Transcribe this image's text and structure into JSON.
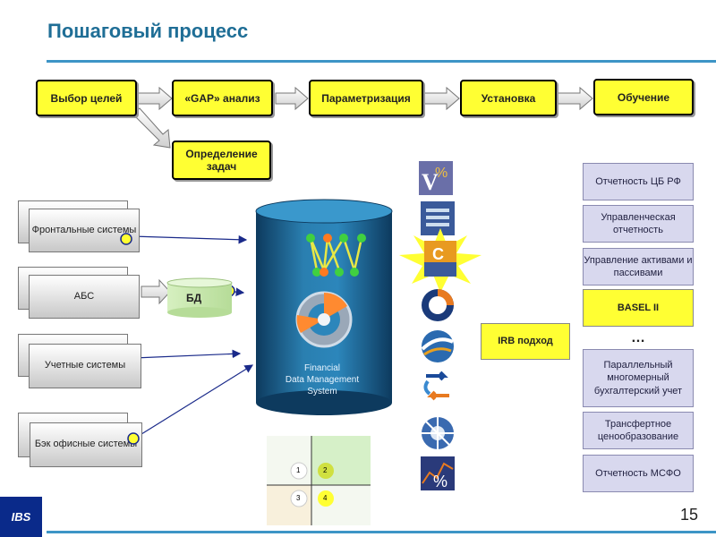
{
  "header": {
    "title": "Пошаговый процесс"
  },
  "flow": {
    "step1": "Выбор целей",
    "step2": "«GAP» анализ",
    "step3": "Параметризация",
    "step4": "Установка",
    "step5": "Обучение",
    "side_step": "Определение задач"
  },
  "sources": {
    "front": "Фронтальные системы",
    "abs": "АБС",
    "accounting": "Учетные системы",
    "backoffice": "Бэк офисные системы",
    "db": "БД"
  },
  "db_cylinder": {
    "line1": "Financial",
    "line2": "Data Management",
    "line3": "System"
  },
  "irb": "IRB подход",
  "outputs": {
    "o1": "Отчетность ЦБ РФ",
    "o2": "Управленческая отчетность",
    "o3": "Управление активами и пассивами",
    "o4": "BASEL II",
    "ellipsis": "…",
    "o5": "Параллельный многомерный бухгалтерский учет",
    "o6": "Трансфертное ценообразование",
    "o7": "Отчетность МСФО"
  },
  "matrix": {
    "q1": "1",
    "q2": "2",
    "q3": "3",
    "q4": "4"
  },
  "footer": {
    "page_number": "15",
    "logo": "IBS"
  },
  "colors": {
    "accent": "#3d95c6",
    "highlight": "#ffff33",
    "title": "#1f6e96",
    "lavender": "#d8d8ee"
  },
  "icons": [
    "v-percent-icon",
    "document-stack-icon",
    "calendar-c-icon",
    "pie-icon",
    "globe-swoosh-icon",
    "arrows-cycle-icon",
    "wheel-icon",
    "percent-chart-icon"
  ]
}
